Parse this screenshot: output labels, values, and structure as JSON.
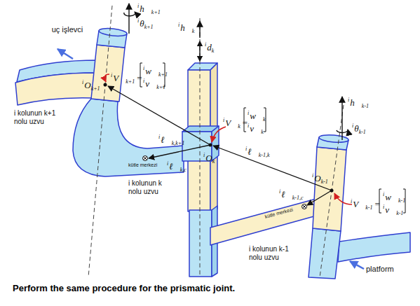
{
  "diagram": {
    "caption": "Perform the same procedure for the prismatic joint.",
    "labels": [
      "uç işlevci",
      "i kolunun k+1 nolu uzvu",
      "kütle merkezi",
      "i kolunun k nolu uzvu",
      "kütle merkezi",
      "i kolunun k-1 nolu uzvu",
      "platform",
      "i",
      "h⃗",
      "k+1",
      "i",
      "θ",
      "k+1",
      "i",
      "h⃗",
      "k",
      "i",
      "d",
      "k",
      "i",
      "h⃗",
      "k-1",
      "i",
      "θ",
      "k-1",
      "i",
      "O",
      "k+1",
      "i",
      "V⃗",
      "k+1",
      "=",
      "i",
      "w⃗",
      "k+1",
      "i",
      "v⃗",
      "k+1",
      "i",
      "ℓ⃗",
      "k,k+1",
      "i",
      "O",
      "k",
      "i",
      "V⃗",
      "k",
      "=",
      "i",
      "w⃗",
      "k",
      "i",
      "v⃗",
      "k",
      "i",
      "ℓ⃗",
      "k,c",
      "i",
      "ℓ⃗",
      "k-1,k",
      "i",
      "ℓ⃗",
      "k-1,c",
      "i",
      "O",
      "k-1",
      "i",
      "V⃗",
      "k-1",
      "=",
      "i",
      "w⃗",
      "k-1",
      "i",
      "v⃗",
      "k-1"
    ]
  }
}
